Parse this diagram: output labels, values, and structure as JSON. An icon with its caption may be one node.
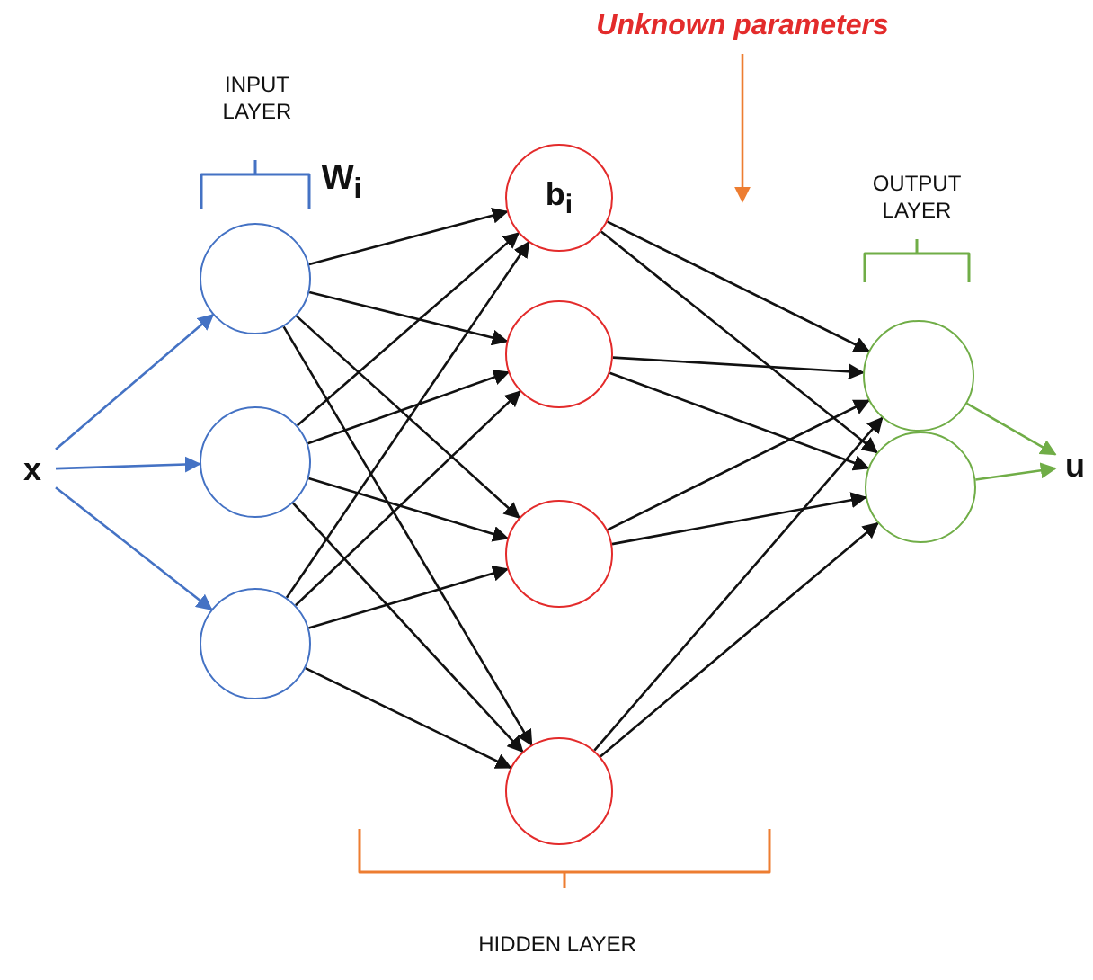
{
  "diagram": {
    "nodes": [
      {
        "text": [
          "x"
        ]
      },
      {
        "text": [],
        "shape": "circle"
      },
      {
        "text": [],
        "shape": "circle"
      },
      {
        "text": [],
        "shape": "circle"
      },
      {
        "text": [
          "b$_{i}$"
        ]
      },
      {
        "text": [],
        "shape": "circle"
      },
      {
        "text": [],
        "shape": "circle"
      },
      {
        "text": [],
        "shape": "circle"
      },
      {
        "text": [],
        "shape": "circle"
      },
      {
        "text": [],
        "shape": "circle"
      },
      {
        "text": [
          "u"
        ]
      },
      {
        "text": [
          "Unknown parameters"
        ]
      }
    ],
    "edges": [
      {
        "from": 0,
        "to": 1,
        "arrow": "to",
        "color": "#4472c4"
      },
      {
        "from": 0,
        "to": 2,
        "arrow": "to",
        "color": "#4472c4"
      },
      {
        "from": 0,
        "to": 3,
        "arrow": "to",
        "color": "#4472c4"
      },
      {
        "from": 1,
        "to": 4,
        "arrow": "to"
      },
      {
        "from": 1,
        "to": 5,
        "arrow": "to"
      },
      {
        "from": 1,
        "to": 6,
        "arrow": "to"
      },
      {
        "from": 1,
        "to": 7,
        "arrow": "to"
      },
      {
        "from": 2,
        "to": 4,
        "arrow": "to"
      },
      {
        "from": 2,
        "to": 5,
        "arrow": "to"
      },
      {
        "from": 2,
        "to": 6,
        "arrow": "to"
      },
      {
        "from": 2,
        "to": 7,
        "arrow": "to"
      },
      {
        "from": 3,
        "to": 4,
        "arrow": "to"
      },
      {
        "from": 3,
        "to": 5,
        "arrow": "to"
      },
      {
        "from": 3,
        "to": 6,
        "arrow": "to"
      },
      {
        "from": 3,
        "to": 7,
        "arrow": "to"
      },
      {
        "from": 4,
        "to": 8,
        "arrow": "to"
      },
      {
        "from": 4,
        "to": 9,
        "arrow": "to"
      },
      {
        "from": 5,
        "to": 8,
        "arrow": "to"
      },
      {
        "from": 5,
        "to": 9,
        "arrow": "to"
      },
      {
        "from": 6,
        "to": 8,
        "arrow": "to"
      },
      {
        "from": 6,
        "to": 9,
        "arrow": "to"
      },
      {
        "from": 7,
        "to": 8,
        "arrow": "to"
      },
      {
        "from": 7,
        "to": 9,
        "arrow": "to"
      },
      {
        "from": 8,
        "to": 10,
        "arrow": "to",
        "color": "#70ad47"
      },
      {
        "from": 9,
        "to": 10,
        "arrow": "to",
        "color": "#70ad47"
      },
      {
        "from": 11,
        "to": null,
        "arrow": "to",
        "color": "#ed7d31"
      }
    ],
    "labels": [
      "INPUT LAYER",
      "W$_{i}$",
      "OUTPUT LAYER",
      "HIDDEN LAYER"
    ]
  }
}
